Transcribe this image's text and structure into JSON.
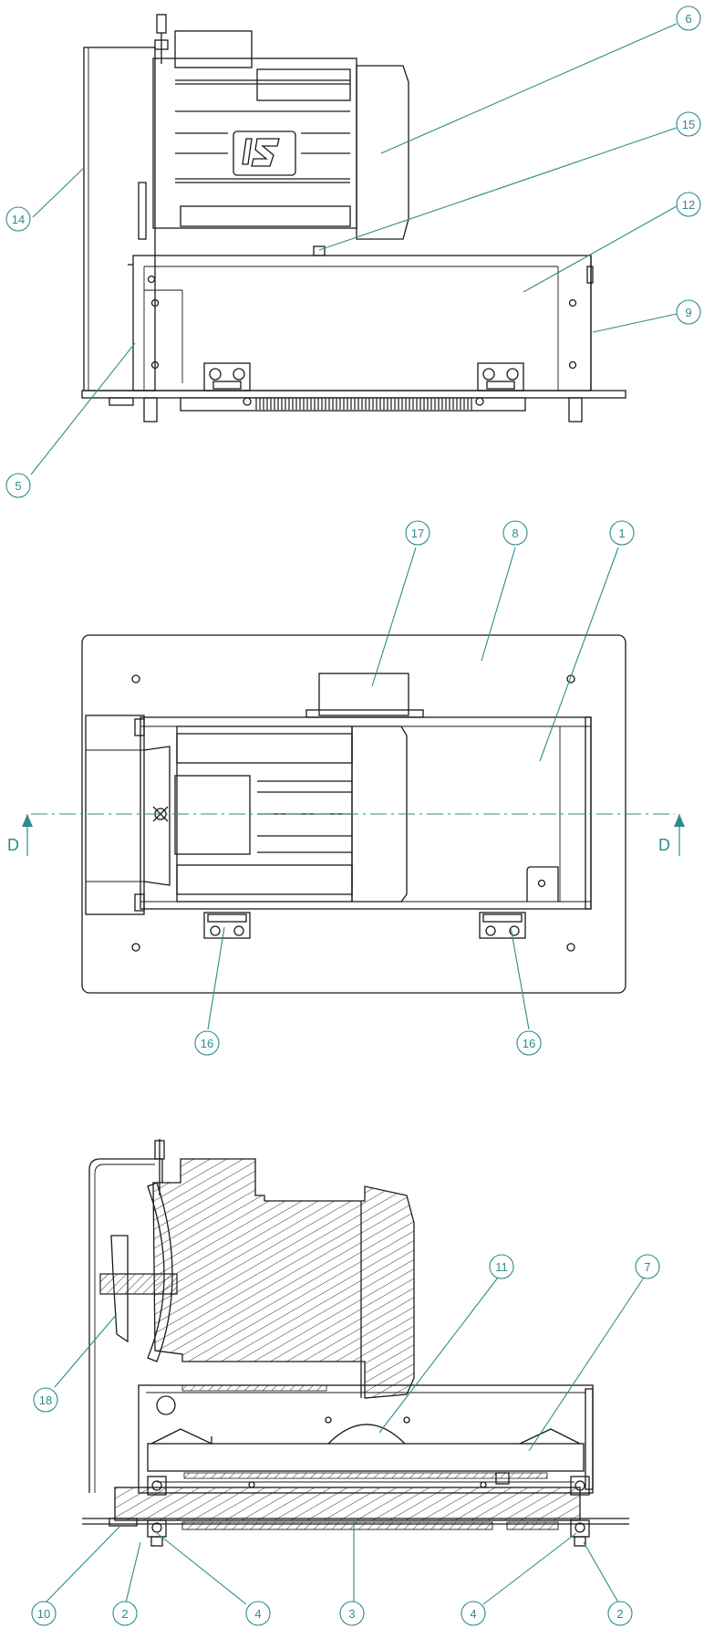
{
  "balloons": {
    "top": [
      "6",
      "15",
      "12",
      "9",
      "14",
      "5"
    ],
    "middle": [
      "17",
      "8",
      "1",
      "16",
      "16"
    ],
    "bottom": [
      "11",
      "7",
      "18",
      "10",
      "2",
      "4",
      "3",
      "4",
      "2"
    ]
  },
  "section_markers": {
    "left": "D",
    "right": "D"
  },
  "colors": {
    "annotation": "#2e8b8b",
    "linework": "#1a1a1a"
  }
}
